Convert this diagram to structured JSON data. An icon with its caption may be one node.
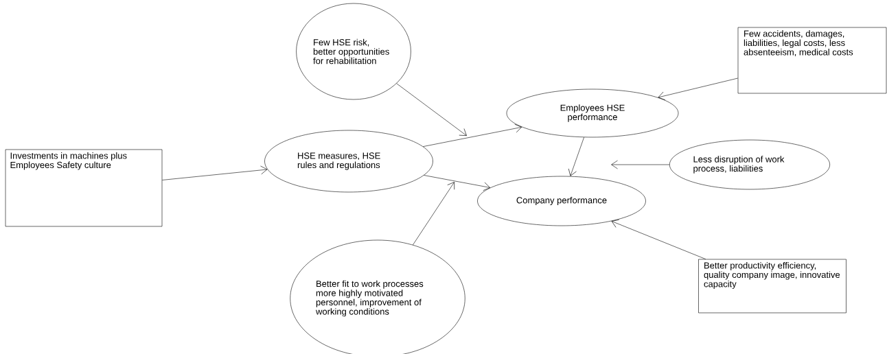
{
  "diagram": {
    "nodes": [
      {
        "text": [
          "Few HSE risk, better opportunities for rehabilitation"
        ]
      },
      {
        "text": [
          "Few accidents, damages, liabilities, legal costs, less absenteeism, medical costs"
        ]
      },
      {
        "text": [
          "Investments in machines plus Employees Safety culture"
        ]
      },
      {
        "text": [
          "HSE measures, HSE rules and regulations"
        ]
      },
      {
        "text": [
          "Employees HSE performance"
        ]
      },
      {
        "text": [
          "Less disruption of work process, liabilities"
        ]
      },
      {
        "text": [
          "Company performance"
        ]
      },
      {
        "text": [
          "Better fit to work processes more highly motivated personnel, improvement of working conditions"
        ]
      },
      {
        "text": [
          "Better productivity efficiency, quality company image, innovative capacity"
        ]
      }
    ],
    "edges": [
      {
        "from": 2,
        "to": 3,
        "arrow": "to"
      },
      {
        "from": 3,
        "to": 4,
        "arrow": "to"
      },
      {
        "from": 0,
        "to": null,
        "arrow": "to"
      },
      {
        "from": 3,
        "to": 6,
        "arrow": "to"
      },
      {
        "from": 7,
        "to": null,
        "arrow": "to"
      },
      {
        "from": 1,
        "to": 4,
        "arrow": "to"
      },
      {
        "from": 4,
        "to": 6,
        "arrow": "to"
      },
      {
        "from": 5,
        "to": null,
        "arrow": "to"
      },
      {
        "from": 8,
        "to": 6,
        "arrow": "to"
      }
    ]
  }
}
